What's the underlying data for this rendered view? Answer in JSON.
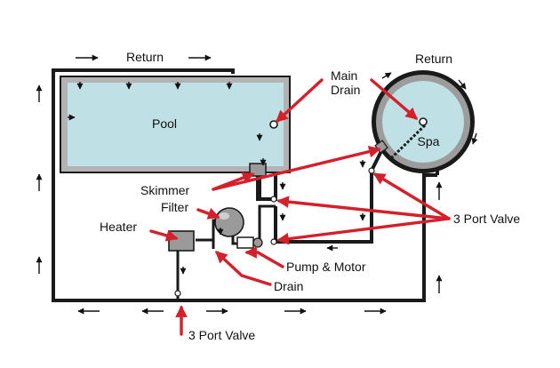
{
  "labels": {
    "return_pool": "Return",
    "return_spa": "Return",
    "pool": "Pool",
    "spa": "Spa",
    "main_drain_line1": "Main",
    "main_drain_line2": "Drain",
    "skimmer": "Skimmer",
    "filter": "Filter",
    "heater": "Heater",
    "three_port_valve_right": "3 Port Valve",
    "pump_motor": "Pump & Motor",
    "drain": "Drain",
    "three_port_valve_bottom": "3 Port Valve"
  },
  "colors": {
    "water_pool": "#bfe0e4",
    "water_spa": "#bfe0e4",
    "pipe": "#1a1a1a",
    "pointer": "#d3202a",
    "equipment": "#9a9a9a"
  }
}
